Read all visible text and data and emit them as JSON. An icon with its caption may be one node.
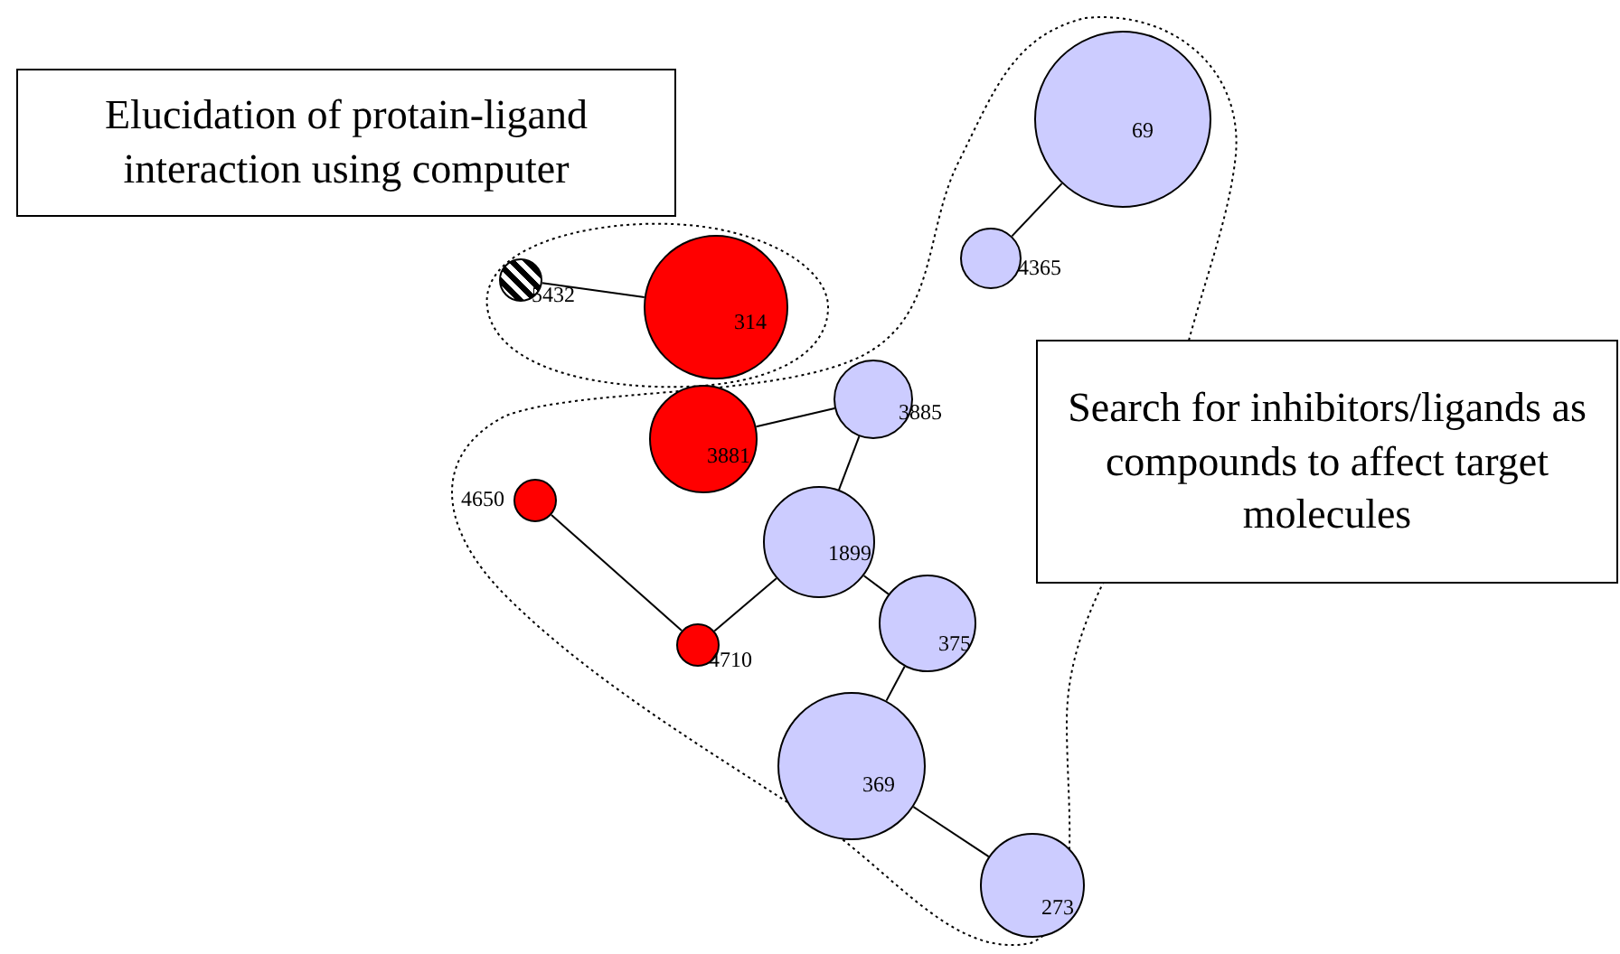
{
  "diagram": {
    "nodes": [
      {
        "text": [
          "Elucidation of protain-ligand interaction using computer"
        ]
      },
      {
        "text": [],
        "shape": "blob"
      },
      {
        "text": [
          "5432"
        ],
        "in": 1
      },
      {
        "text": [
          "314"
        ],
        "in": 1
      },
      {
        "text": [],
        "shape": "blob"
      },
      {
        "text": [
          "69"
        ],
        "in": 4
      },
      {
        "text": [
          "4365"
        ],
        "in": 4
      },
      {
        "text": [
          "Search for inhibitors/ligands as compounds to affect target molecules"
        ]
      },
      {
        "text": [
          "3885"
        ],
        "in": 4
      },
      {
        "text": [
          "3881"
        ],
        "in": 4
      },
      {
        "text": [
          "1899"
        ],
        "in": 4
      },
      {
        "text": [
          "4650"
        ],
        "in": 4
      },
      {
        "text": [
          "375"
        ],
        "in": 4
      },
      {
        "text": [
          "4710"
        ],
        "in": 4
      },
      {
        "text": [
          "369"
        ],
        "in": 4
      },
      {
        "text": [
          "273"
        ],
        "in": 4
      }
    ],
    "edges": [
      {
        "from": 2,
        "to": 3,
        "arrow": "none"
      },
      {
        "from": 5,
        "to": 6,
        "arrow": "none"
      },
      {
        "from": 9,
        "to": 8,
        "arrow": "none"
      },
      {
        "from": 8,
        "to": 10,
        "arrow": "none"
      },
      {
        "from": 10,
        "to": 13,
        "arrow": "none"
      },
      {
        "from": 13,
        "to": 11,
        "arrow": "none"
      },
      {
        "from": 10,
        "to": 12,
        "arrow": "none"
      },
      {
        "from": 12,
        "to": 14,
        "arrow": "none"
      },
      {
        "from": 14,
        "to": 15,
        "arrow": "none"
      }
    ]
  }
}
